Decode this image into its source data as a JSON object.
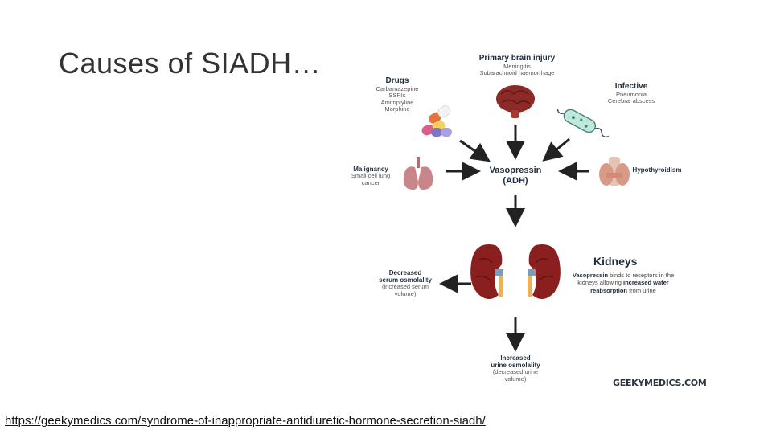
{
  "slide": {
    "title": "Causes of SIADH…",
    "source_url": "https://geekymedics.com/syndrome-of-inappropriate-antidiuretic-hormone-secretion-siadh/"
  },
  "diagram": {
    "primary_brain_injury": {
      "heading": "Primary brain injury",
      "items": [
        "Meningitis",
        "Subarachnoid haemorrhage"
      ]
    },
    "drugs": {
      "heading": "Drugs",
      "items": [
        "Carbamazepine",
        "SSRIs",
        "Amitriptyline",
        "Morphine"
      ]
    },
    "infective": {
      "heading": "Infective",
      "items": [
        "Pneumonia",
        "Cerebral abscess"
      ]
    },
    "malignancy": {
      "heading": "Malignancy",
      "items": [
        "Small cell lung",
        "cancer"
      ]
    },
    "hypothyroidism": {
      "heading": "Hypothyroidism"
    },
    "center": {
      "line1": "Vasopressin",
      "line2": "(ADH)"
    },
    "kidneys": {
      "heading": "Kidneys",
      "desc_bold1": "Vasopressin",
      "desc_text1": " binds to receptors in the kidneys allowing ",
      "desc_bold2": "increased water reabsorption",
      "desc_text2": " from urine"
    },
    "serum": {
      "bold1": "Decreased",
      "bold2": "serum osmolality",
      "sub1": "(increased serum",
      "sub2": "volume)"
    },
    "urine": {
      "bold1": "Increased",
      "bold2": "urine osmolality",
      "sub1": "(decreased urine",
      "sub2": "volume)"
    },
    "logo": "GEEKYMEDICS.COM"
  },
  "colors": {
    "arrow": "#222222",
    "brain": "#8b2a26",
    "kidney": "#8a1f1f",
    "lung": "#c9868a",
    "thyroid": "#d79a86"
  }
}
